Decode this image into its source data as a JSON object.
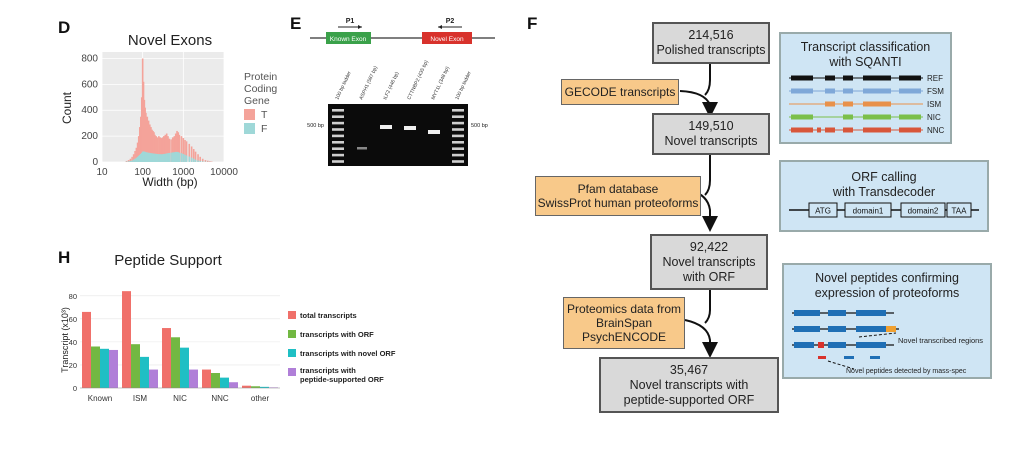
{
  "panels": {
    "D": "D",
    "E": "E",
    "F": "F",
    "H": "H"
  },
  "panel_D": {
    "chart_data": {
      "type": "bar",
      "title": "Novel Exons",
      "xlabel": "Width (bp)",
      "ylabel": "Count",
      "x_scale": "log",
      "xlim": [
        10,
        10000
      ],
      "ylim": [
        0,
        850
      ],
      "x_ticks": [
        "10",
        "100",
        "1000",
        "10000"
      ],
      "y_ticks": [
        "0",
        "200",
        "400",
        "600",
        "800"
      ],
      "legend": {
        "title_lines": [
          "Protein",
          "Coding",
          "Gene"
        ],
        "position": "right"
      },
      "x_values": [
        40,
        45,
        50,
        55,
        60,
        65,
        70,
        75,
        80,
        85,
        90,
        95,
        100,
        105,
        110,
        115,
        120,
        130,
        140,
        150,
        160,
        170,
        180,
        190,
        200,
        215,
        230,
        250,
        270,
        290,
        310,
        330,
        360,
        390,
        420,
        450,
        500,
        550,
        600,
        650,
        700,
        750,
        800,
        900,
        1000,
        1100,
        1200,
        1400,
        1600,
        1800,
        2000,
        2300,
        2600,
        3000,
        3500,
        4000,
        4500,
        5000
      ],
      "series": [
        {
          "name": "T",
          "color": "#f4a39a",
          "values": [
            8,
            15,
            25,
            40,
            60,
            85,
            110,
            150,
            200,
            270,
            350,
            500,
            800,
            620,
            480,
            420,
            380,
            350,
            320,
            290,
            270,
            250,
            240,
            230,
            210,
            200,
            190,
            200,
            190,
            185,
            190,
            200,
            210,
            220,
            200,
            180,
            175,
            190,
            200,
            220,
            240,
            230,
            210,
            200,
            185,
            170,
            160,
            140,
            120,
            100,
            80,
            60,
            40,
            25,
            15,
            10,
            6,
            3
          ]
        },
        {
          "name": "F",
          "color": "#9fd8d8",
          "values": [
            3,
            5,
            8,
            12,
            18,
            25,
            32,
            40,
            48,
            55,
            62,
            70,
            80,
            82,
            80,
            78,
            76,
            74,
            72,
            70,
            68,
            67,
            66,
            65,
            64,
            63,
            62,
            61,
            60,
            60,
            60,
            62,
            64,
            66,
            68,
            70,
            72,
            74,
            76,
            78,
            78,
            76,
            72,
            68,
            62,
            56,
            50,
            42,
            34,
            26,
            18,
            12,
            8,
            5,
            3,
            2,
            1,
            0
          ]
        }
      ]
    }
  },
  "panel_E": {
    "primer1": "P1",
    "primer2": "P2",
    "known_exon": "Known Exon",
    "novel_exon": "Novel Exon",
    "lane_labels": [
      "100 bp ladder",
      "ASPH1 (587 bp)",
      "ILF2 (446 bp)",
      "CTTNBP2 (435 bp)",
      "MYT1L (348 bp)",
      "100 bp ladder"
    ],
    "marker_label_left": "500 bp",
    "marker_label_right": "500 bp",
    "colors": {
      "known_exon": "#3aa14a",
      "novel_exon": "#d8322c"
    }
  },
  "panel_F": {
    "flow": [
      {
        "lines": [
          "214,516",
          "Polished transcripts"
        ]
      },
      {
        "lines": [
          "149,510",
          "Novel transcripts"
        ]
      },
      {
        "lines": [
          "92,422",
          "Novel transcripts",
          "with ORF"
        ]
      },
      {
        "lines": [
          "35,467",
          "Novel transcripts with",
          "peptide-supported ORF"
        ]
      }
    ],
    "sources": [
      {
        "lines": [
          "GECODE transcripts"
        ]
      },
      {
        "lines": [
          "Pfam database",
          "SwissProt human proteoforms"
        ]
      },
      {
        "lines": [
          "Proteomics data from",
          "BrainSpan",
          "PsychENCODE"
        ]
      }
    ],
    "sqanti": {
      "title_lines": [
        "Transcript classification",
        "with SQANTI"
      ],
      "rows": [
        {
          "label": "REF",
          "color": "#111111"
        },
        {
          "label": "FSM",
          "color": "#7fa8d8"
        },
        {
          "label": "ISM",
          "color": "#e8914a"
        },
        {
          "label": "NIC",
          "color": "#7bbf4a"
        },
        {
          "label": "NNC",
          "color": "#d8563a"
        }
      ]
    },
    "orf": {
      "title_lines": [
        "ORF calling",
        "with Transdecoder"
      ],
      "segments": [
        "ATG",
        "domain1",
        "domain2",
        "TAA"
      ]
    },
    "peptides": {
      "title_lines": [
        "Novel peptides confirming",
        "expression of proteoforms"
      ],
      "label_regions": "Novel transcribed regions",
      "label_peptides": "Novel peptides detected by mass-spec"
    }
  },
  "panel_H": {
    "chart_data": {
      "type": "bar",
      "title": "Peptide Support",
      "ylabel": "Transcript (x10³)",
      "ylim": [
        0,
        85
      ],
      "y_ticks": [
        "0",
        "20",
        "40",
        "60",
        "80"
      ],
      "categories": [
        "Known",
        "ISM",
        "NIC",
        "NNC",
        "other"
      ],
      "legend_position": "right",
      "series": [
        {
          "name": "total transcripts",
          "color": "#f0706a",
          "values": [
            66,
            84,
            52,
            16,
            2
          ]
        },
        {
          "name": "transcripts with ORF",
          "color": "#72b842",
          "values": [
            36,
            38,
            44,
            13,
            1.5
          ]
        },
        {
          "name": "transcripts with novel ORF",
          "color": "#1fbfc4",
          "values": [
            34,
            27,
            35,
            9,
            1
          ]
        },
        {
          "name": "transcripts with peptide-supported ORF",
          "color": "#b07fd8",
          "values": [
            33,
            16,
            16,
            5,
            0.5
          ]
        }
      ]
    }
  }
}
